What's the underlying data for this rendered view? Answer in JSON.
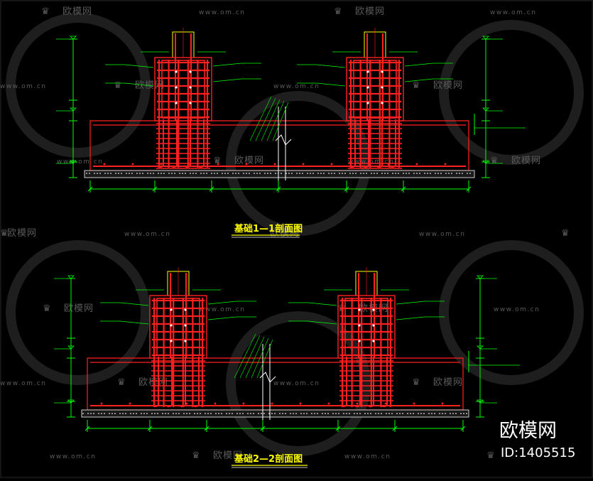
{
  "drawing": {
    "section1_title": "基础1—1剖面图",
    "section2_title": "基础2—2剖面图"
  },
  "watermark": {
    "site_name": "欧模网",
    "url": "www.om.cn"
  },
  "brand": {
    "name": "欧模网",
    "id_text": "ID:1405515"
  },
  "colors": {
    "background": "#000000",
    "dimension": "#00ff00",
    "rebar": "#ff2020",
    "column": "#ffff00",
    "title": "#ffff00",
    "watermark": "#5a5a5a"
  }
}
